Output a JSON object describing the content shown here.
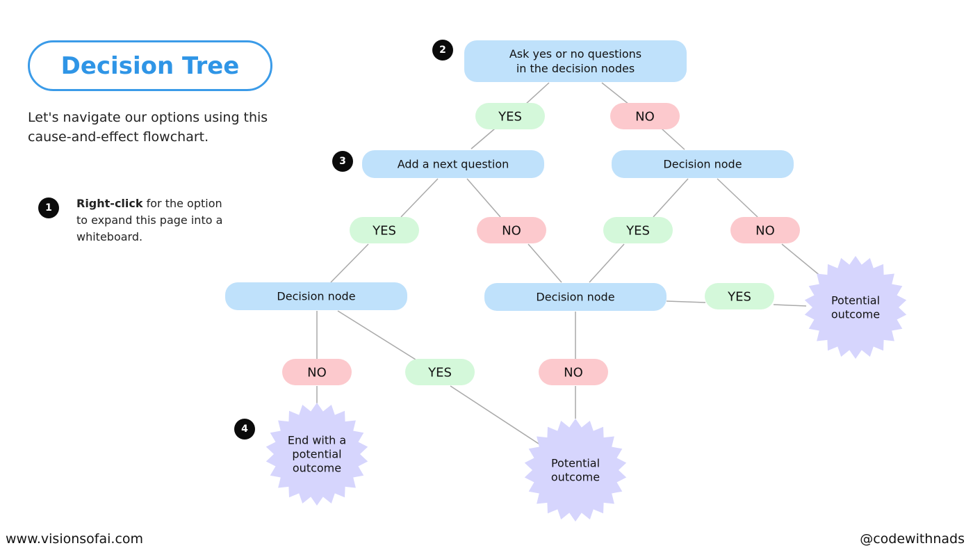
{
  "header": {
    "title": "Decision Tree",
    "intro": "Let's navigate our options using this cause-and-effect flowchart."
  },
  "tip": {
    "bold": "Right-click",
    "rest": " for the option to expand this page into a whiteboard."
  },
  "steps": [
    "1",
    "2",
    "3",
    "4"
  ],
  "colors": {
    "accent": "#3b9be8",
    "node_fill": "#bfe1fb",
    "yes_fill": "#d4f8da",
    "no_fill": "#fcc9cd",
    "outcome_fill": "#d6d5fd",
    "connector": "#a9a9a9"
  },
  "diagram": {
    "nodes": [
      {
        "id": "root",
        "lines": [
          "Ask yes or no questions",
          "in the decision nodes"
        ]
      },
      {
        "id": "q2",
        "lines": [
          "Add a next question"
        ]
      },
      {
        "id": "d1",
        "lines": [
          "Decision node"
        ]
      },
      {
        "id": "d2",
        "lines": [
          "Decision node"
        ]
      },
      {
        "id": "d3",
        "lines": [
          "Decision node"
        ]
      }
    ],
    "labels": [
      {
        "id": "yes1",
        "text": "YES"
      },
      {
        "id": "no1",
        "text": "NO"
      },
      {
        "id": "yes2",
        "text": "YES"
      },
      {
        "id": "no2",
        "text": "NO"
      },
      {
        "id": "yes3",
        "text": "YES"
      },
      {
        "id": "no3",
        "text": "NO"
      },
      {
        "id": "yes4",
        "text": "YES"
      },
      {
        "id": "no4",
        "text": "NO"
      },
      {
        "id": "yes5",
        "text": "YES"
      },
      {
        "id": "no5",
        "text": "NO"
      }
    ],
    "outcomes": [
      {
        "id": "o1",
        "lines": [
          "Potential",
          "outcome"
        ]
      },
      {
        "id": "o2",
        "lines": [
          "End with a",
          "potential",
          "outcome"
        ]
      },
      {
        "id": "o3",
        "lines": [
          "Potential",
          "outcome"
        ]
      }
    ]
  },
  "footer": {
    "left": "www.visionsofai.com",
    "right": "@codewithnads"
  }
}
